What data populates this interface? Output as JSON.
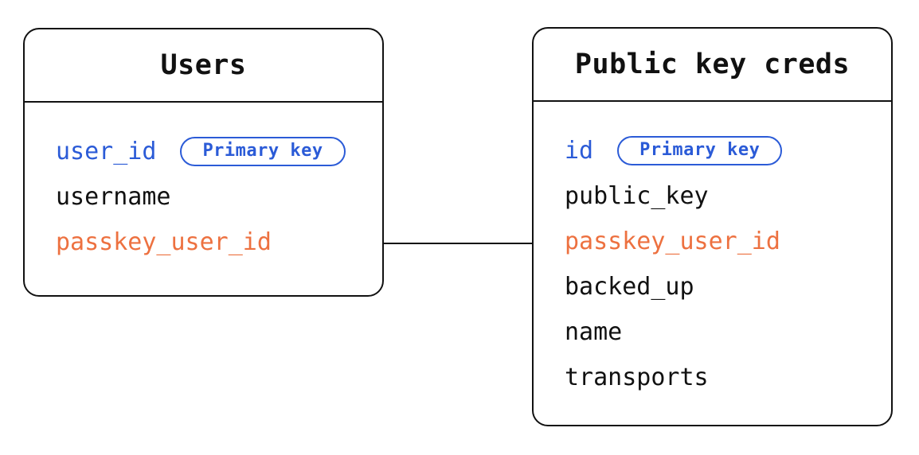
{
  "diagram": {
    "colors": {
      "background": "#ffffff",
      "line": "#111111",
      "blue": "#2b5bd7",
      "orange": "#ed7140"
    },
    "tables": [
      {
        "title": "Users",
        "fields": [
          {
            "name": "user_id",
            "color": "blue",
            "badge": "Primary key"
          },
          {
            "name": "username",
            "color": "black"
          },
          {
            "name": "passkey_user_id",
            "color": "orange"
          }
        ]
      },
      {
        "title": "Public key creds",
        "fields": [
          {
            "name": "id",
            "color": "blue",
            "badge": "Primary key"
          },
          {
            "name": "public_key",
            "color": "black"
          },
          {
            "name": "passkey_user_id",
            "color": "orange"
          },
          {
            "name": "backed_up",
            "color": "black"
          },
          {
            "name": "name",
            "color": "black"
          },
          {
            "name": "transports",
            "color": "black"
          }
        ]
      }
    ],
    "relation": {
      "from": "Users.passkey_user_id",
      "to": "Public key creds.passkey_user_id",
      "style": "straight-horizontal-line"
    }
  }
}
